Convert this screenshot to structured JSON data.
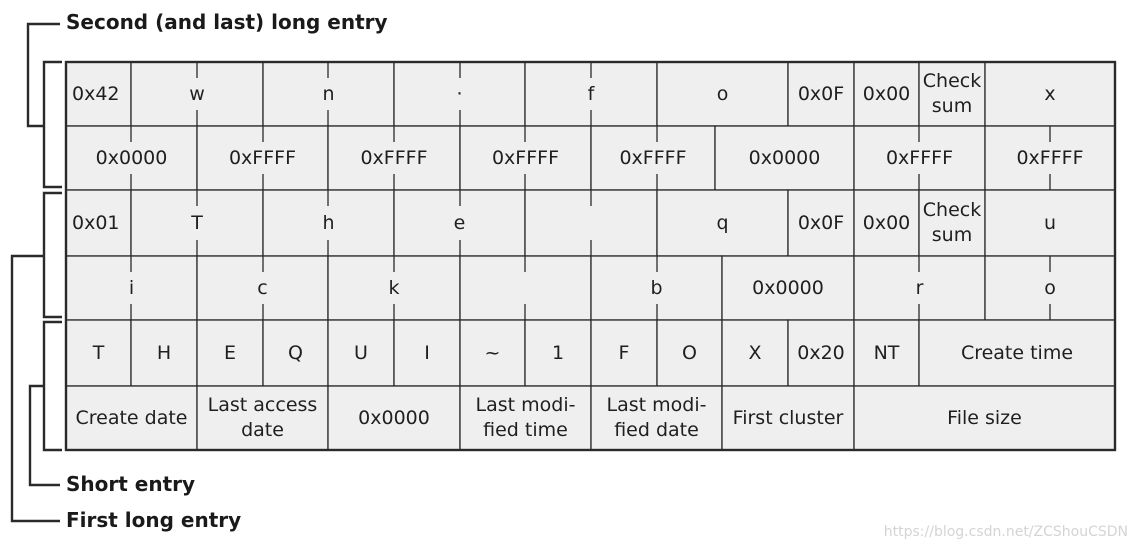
{
  "labels": {
    "second_long_entry": "Second (and last) long entry",
    "short_entry": "Short entry",
    "first_long_entry": "First long entry"
  },
  "watermark": "https://blog.csdn.net/ZCShouCSDN",
  "colors": {
    "cell_fill": "#efefef",
    "border": "#2a2a2a",
    "text": "#1f1f1f"
  },
  "rows": [
    {
      "name": "row-second-long-1",
      "cells": [
        {
          "text": "0x42"
        },
        {
          "text": "w"
        },
        {
          "text": "n"
        },
        {
          "text": "·"
        },
        {
          "text": "f"
        },
        {
          "text": "o"
        },
        {
          "text": "0x0F"
        },
        {
          "text": "0x00"
        },
        {
          "text": "Check\nsum"
        },
        {
          "text": "x"
        }
      ]
    },
    {
      "name": "row-second-long-2",
      "cells": [
        {
          "text": "0x0000"
        },
        {
          "text": "0xFFFF"
        },
        {
          "text": "0xFFFF"
        },
        {
          "text": "0xFFFF"
        },
        {
          "text": "0xFFFF"
        },
        {
          "text": "0x0000"
        },
        {
          "text": "0xFFFF"
        },
        {
          "text": "0xFFFF"
        }
      ]
    },
    {
      "name": "row-first-long-1",
      "cells": [
        {
          "text": "0x01"
        },
        {
          "text": "T"
        },
        {
          "text": "h"
        },
        {
          "text": "e"
        },
        {
          "text": ""
        },
        {
          "text": "q"
        },
        {
          "text": "0x0F"
        },
        {
          "text": "0x00"
        },
        {
          "text": "Check\nsum"
        },
        {
          "text": "u"
        }
      ]
    },
    {
      "name": "row-first-long-2",
      "cells": [
        {
          "text": "i"
        },
        {
          "text": "c"
        },
        {
          "text": "k"
        },
        {
          "text": ""
        },
        {
          "text": "b"
        },
        {
          "text": "0x0000"
        },
        {
          "text": "r"
        },
        {
          "text": "o"
        }
      ]
    },
    {
      "name": "row-short-1",
      "cells": [
        {
          "text": "T"
        },
        {
          "text": "H"
        },
        {
          "text": "E"
        },
        {
          "text": "Q"
        },
        {
          "text": "U"
        },
        {
          "text": "I"
        },
        {
          "text": "~"
        },
        {
          "text": "1"
        },
        {
          "text": "F"
        },
        {
          "text": "O"
        },
        {
          "text": "X"
        },
        {
          "text": "0x20"
        },
        {
          "text": "NT"
        },
        {
          "text": "Create time"
        }
      ]
    },
    {
      "name": "row-short-2",
      "cells": [
        {
          "text": "Create date"
        },
        {
          "text": "Last access\ndate"
        },
        {
          "text": "0x0000"
        },
        {
          "text": "Last modi-\nfied time"
        },
        {
          "text": "Last modi-\nfied date"
        },
        {
          "text": "First cluster"
        },
        {
          "text": "File size"
        }
      ]
    }
  ]
}
